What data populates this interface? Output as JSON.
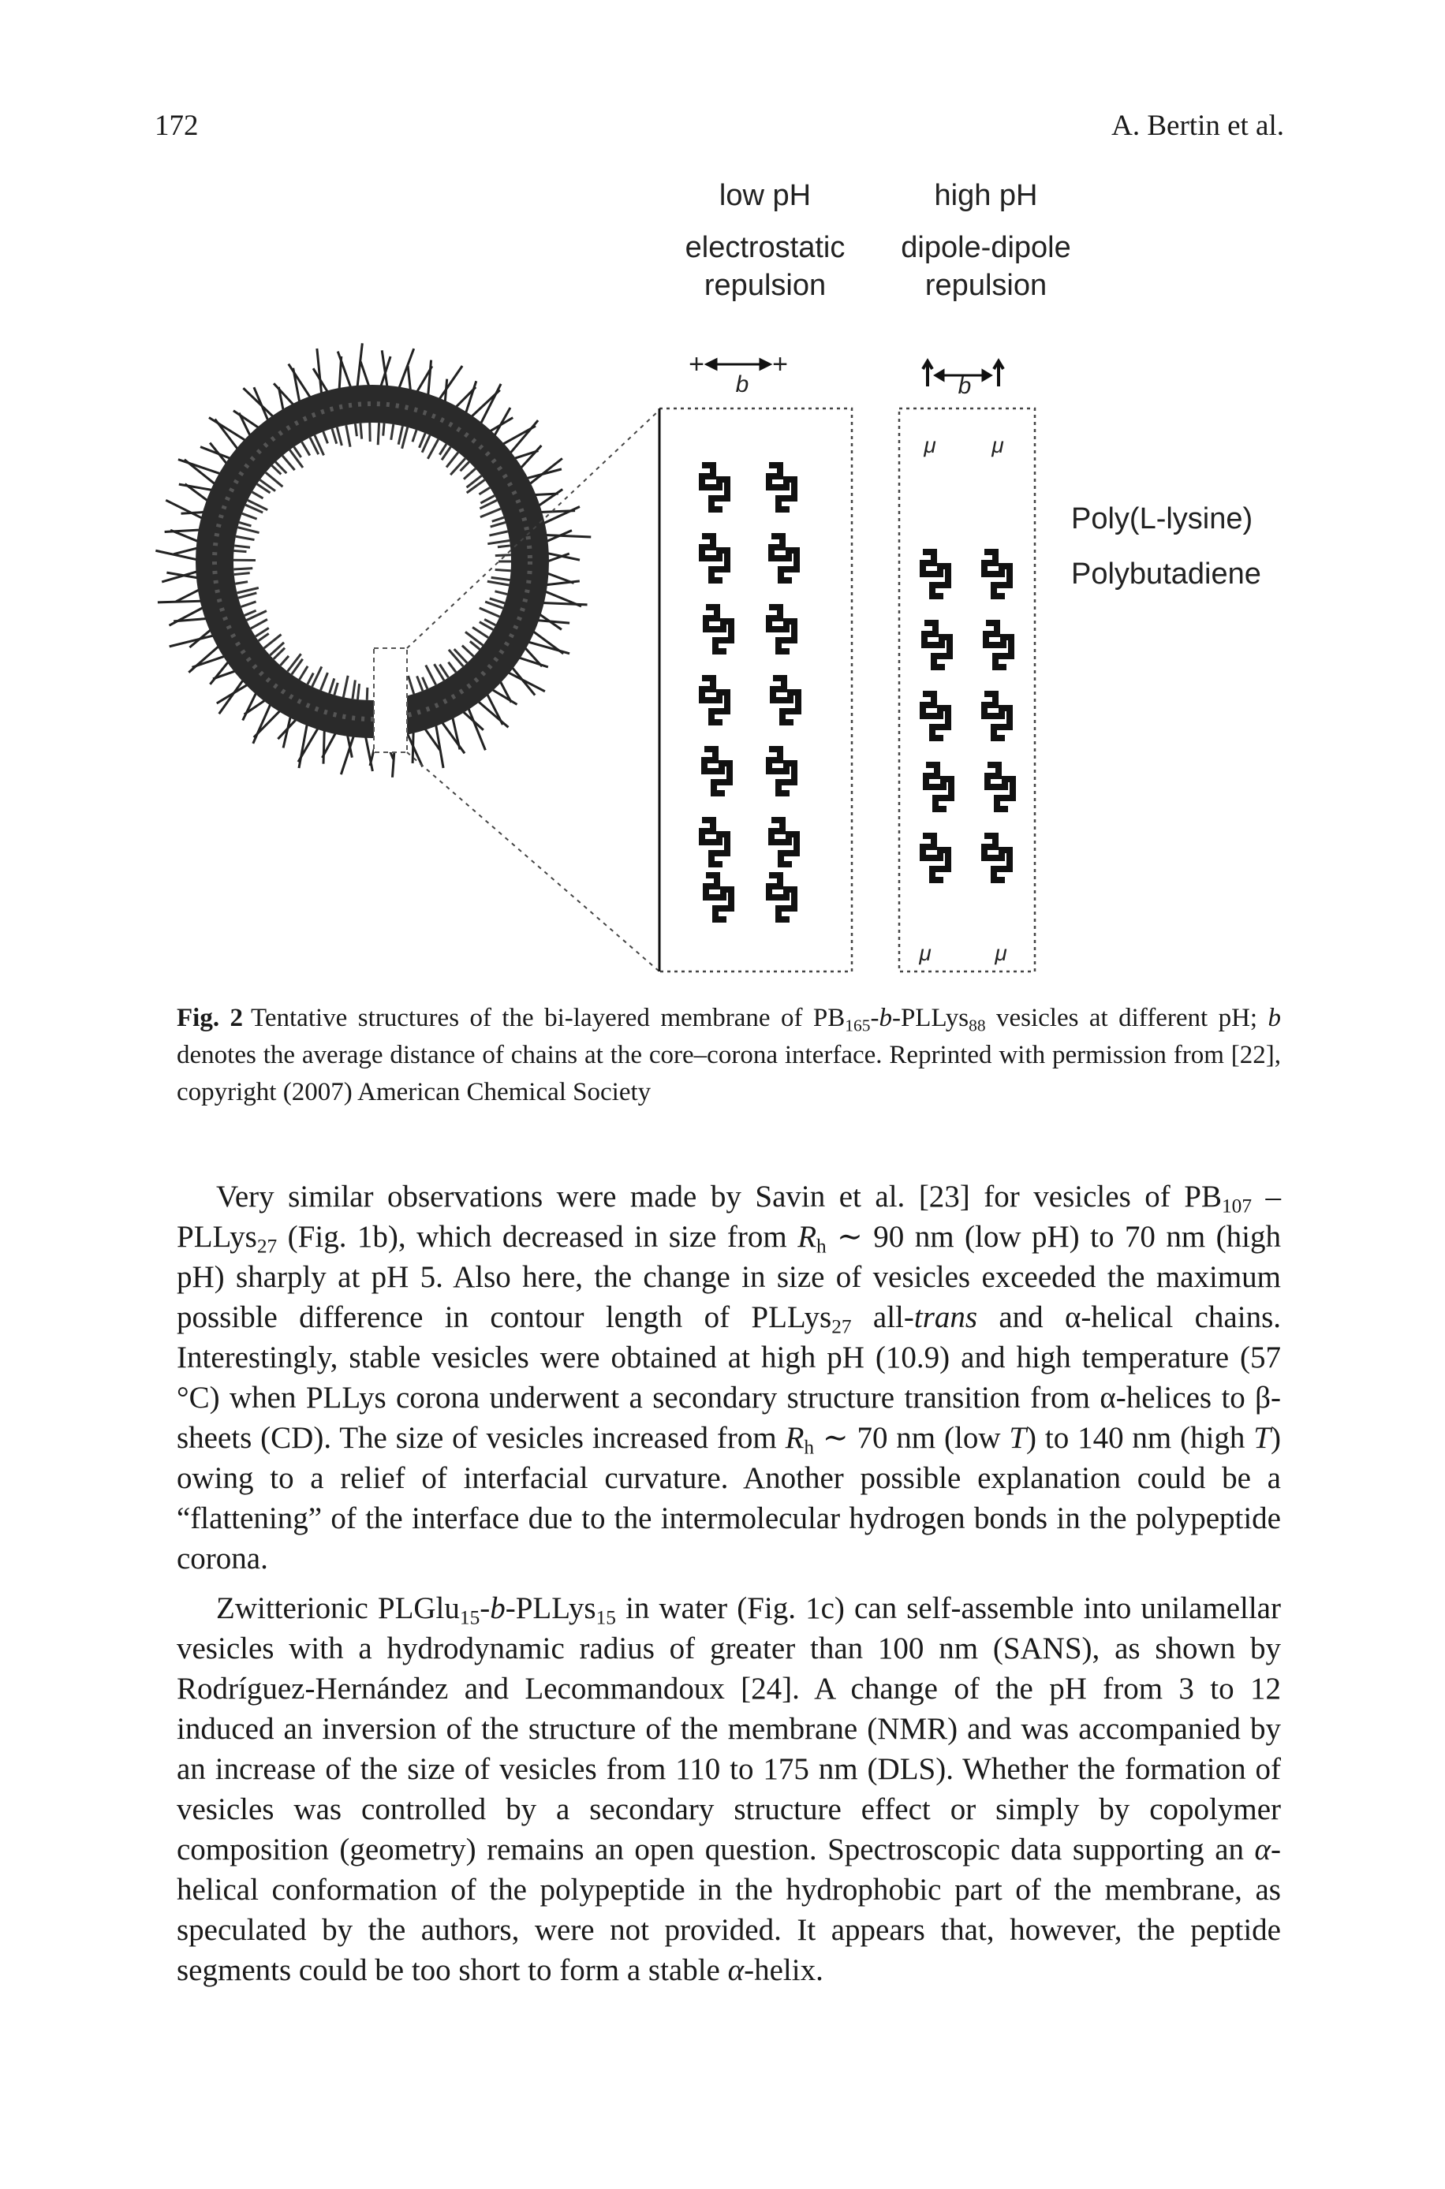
{
  "header": {
    "page_number": "172",
    "running_head": "A. Bertin et al."
  },
  "figure": {
    "low_ph_title": "low pH",
    "low_ph_subtitle_line1": "electrostatic",
    "low_ph_subtitle_line2": "repulsion",
    "high_ph_title": "high pH",
    "high_ph_subtitle_line1": "dipole-dipole",
    "high_ph_subtitle_line2": "repulsion",
    "distance_label": "b",
    "plus_sign": "+",
    "dipole_mu": "μ",
    "legend_corona": "Poly(L-lysine)",
    "legend_core": "Polybutadiene"
  },
  "caption": {
    "fig_number": "Fig. 2",
    "text_a": "Tentative structures of the bi-layered membrane of PB",
    "sub_a": "165",
    "text_b": "-",
    "ital_b": "b",
    "text_c": "-PLLys",
    "sub_c": "88",
    "text_d": " vesicles at different pH; ",
    "ital_d": "b",
    "text_e": " denotes the average distance of chains at the core–corona interface. Reprinted with permission from [22], copyright (2007) American Chemical Society"
  },
  "paragraph1": {
    "s1": "Very similar observations were made by Savin et al. [23] for vesicles of PB",
    "sub1": "107",
    "s2": " – PLLys",
    "sub2": "27",
    "s3": " (Fig. 1b), which decreased in size from ",
    "rh1": "R",
    "rh1_sub": "h",
    "s4": " ∼ 90 nm (low pH) to 70 nm (high pH) sharply at pH 5. Also here, the change in size of vesicles exceeded the maximum possible difference in contour length of PLLys",
    "sub3": "27",
    "s5": " all-",
    "ital1": "trans",
    "s6": " and α-helical chains. Interestingly, stable vesicles were obtained at high pH (10.9) and high temperature (57 °C) when PLLys corona underwent a secondary structure transition from α-helices to β-sheets (CD). The size of vesicles increased from ",
    "rh2": "R",
    "rh2_sub": "h",
    "s7": " ∼ 70 nm (low ",
    "t1": "T",
    "s8": ") to 140 nm (high ",
    "t2": "T",
    "s9": ") owing to a relief of interfacial curvature. Another possible explanation could be a “flattening” of the interface due to the intermolecular hydrogen bonds in the polypeptide corona."
  },
  "paragraph2": {
    "s1": "Zwitterionic PLGlu",
    "sub1": "15",
    "s2": "-",
    "ital1": "b",
    "s3": "-PLLys",
    "sub2": "15",
    "s4": " in water (Fig. 1c) can self-assemble into unilamellar vesicles with a hydrodynamic radius of greater than 100 nm (SANS), as shown by Rodríguez-Hernández and Lecommandoux [24]. A change of the pH from 3 to 12 induced an inversion of the structure of the membrane (NMR) and was accompanied by an increase of the size of vesicles from 110 to 175 nm (DLS). Whether the formation of vesicles was controlled by a secondary structure effect or simply by copolymer composition (geometry) remains an open question. Spectroscopic data supporting an ",
    "alpha1": "α",
    "s5": "-helical conformation of the polypeptide in the hydrophobic part of the membrane, as speculated by the authors, were not provided. It appears that, however, the peptide segments could be too short to form a stable ",
    "alpha2": "α",
    "s6": "-helix."
  }
}
